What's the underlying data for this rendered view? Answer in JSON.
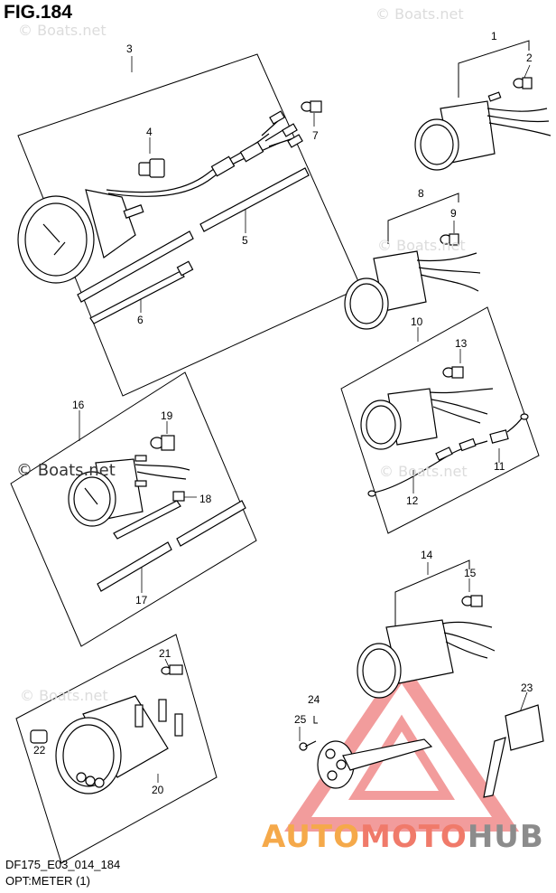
{
  "figure": {
    "title": "FIG.184"
  },
  "footer": {
    "code": "DF175_E03_014_184",
    "title": "OPT:METER (1)"
  },
  "watermarks": {
    "light": "© Boats.net",
    "strong": "© Boats.net"
  },
  "brand": {
    "part1": "AUTO",
    "part2": "MOTO",
    "part3": "HUB",
    "colors": {
      "auto": "#f5a94a",
      "moto": "#f07a6a",
      "hub": "#8c8c8c",
      "triangle": "#e94c4c"
    }
  },
  "callouts": [
    "1",
    "2",
    "3",
    "4",
    "5",
    "6",
    "7",
    "8",
    "9",
    "10",
    "11",
    "12",
    "13",
    "14",
    "15",
    "16",
    "17",
    "18",
    "19",
    "20",
    "21",
    "22",
    "23",
    "24",
    "25"
  ]
}
